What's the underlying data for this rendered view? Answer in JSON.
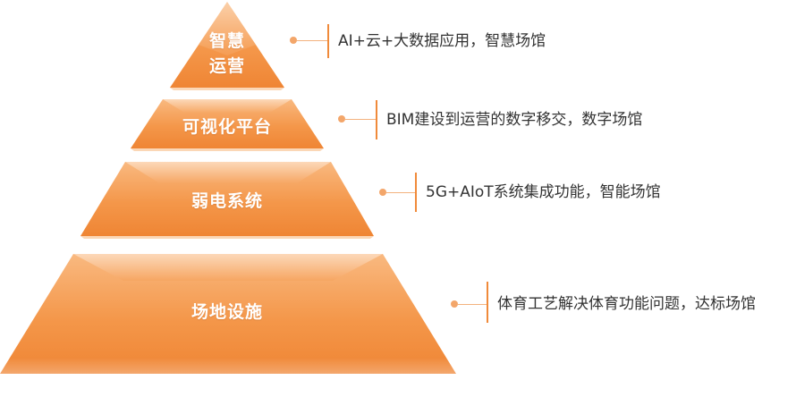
{
  "colors": {
    "tier_light": "#fbc79a",
    "tier_mid": "#f6a45f",
    "tier_dark": "#ef8534",
    "connector": "#f3b27e",
    "bar": "#f08a3a",
    "text": "#333333"
  },
  "tiers": [
    {
      "label_lines": [
        "智慧",
        "运营"
      ],
      "description": "AI+云+大数据应用，智慧场馆"
    },
    {
      "label_lines": [
        "可视化平台"
      ],
      "description": "BIM建设到运营的数字移交，数字场馆"
    },
    {
      "label_lines": [
        "弱电系统"
      ],
      "description": "5G+AIoT系统集成功能，智能场馆"
    },
    {
      "label_lines": [
        "场地设施"
      ],
      "description": "体育工艺解决体育功能问题，达标场馆"
    }
  ]
}
